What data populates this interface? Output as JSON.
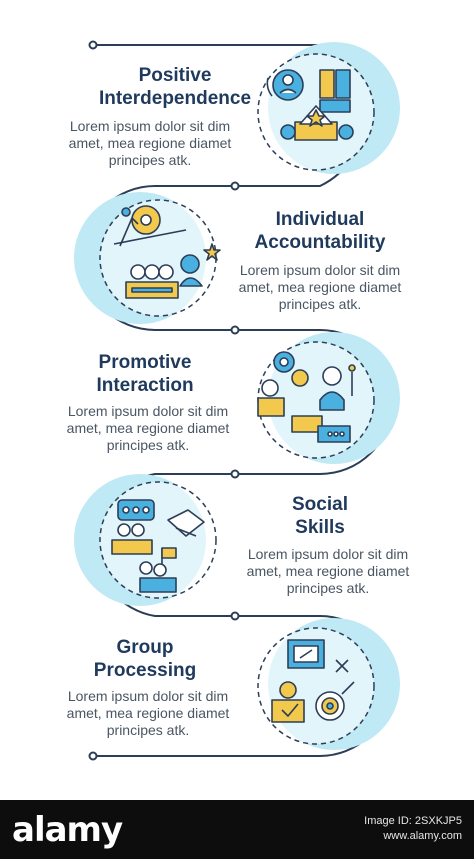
{
  "steps": [
    {
      "title": "Positive\nInterdependence",
      "text": "Lorem ipsum dolor sit dim\namet, mea regione diamet\nprincipes atk.",
      "icon": "teamwork-cooperation-icon"
    },
    {
      "title": "Individual\nAccountability",
      "text": "Lorem ipsum dolor sit dim\namet, mea regione diamet\nprincipes atk.",
      "icon": "responsibility-climb-icon"
    },
    {
      "title": "Promotive\nInteraction",
      "text": "Lorem ipsum dolor sit dim\namet, mea regione diamet\nprincipes atk.",
      "icon": "collaboration-gears-icon"
    },
    {
      "title": "Social\nSkills",
      "text": "Lorem ipsum dolor sit dim\namet, mea regione diamet\nprincipes atk.",
      "icon": "handshake-communication-icon"
    },
    {
      "title": "Group\nProcessing",
      "text": "Lorem ipsum dolor sit dim\namet, mea regione diamet\nprincipes atk.",
      "icon": "strategy-planning-icon"
    }
  ],
  "footer": {
    "logo": "alamy",
    "image_id_label": "Image ID: 2SXKJP5",
    "site": "www.alamy.com"
  },
  "colors": {
    "title": "#1f3a5c",
    "body": "#4a5663",
    "accent_blue": "#bfe9f5",
    "icon_blue": "#4ab0e0",
    "icon_yellow": "#f2c94c",
    "outline": "#2c3e57"
  }
}
